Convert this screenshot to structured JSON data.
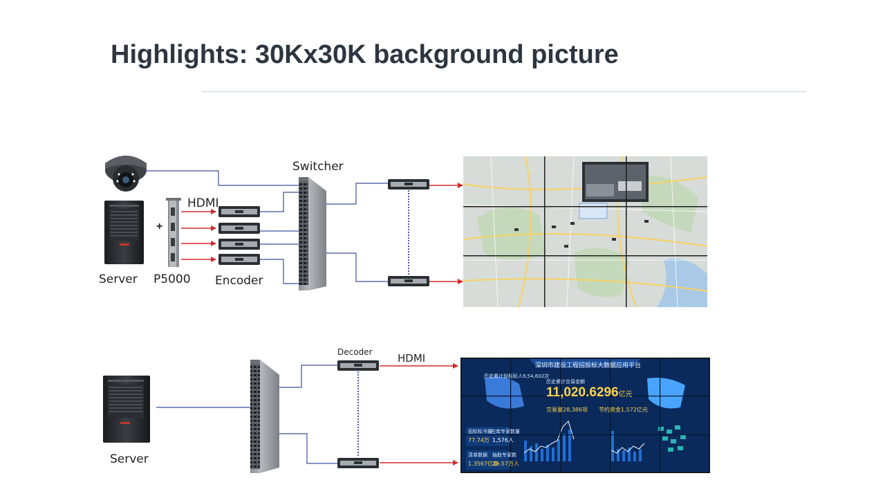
{
  "slide": {
    "title": "Highlights: 30Kx30K background picture"
  },
  "top_diagram": {
    "server_label": "Server",
    "plus_label": "+",
    "card_label": "P5000",
    "hdmi_label": "HDMI",
    "encoder_label": "Encoder",
    "switcher_label": "Switcher"
  },
  "bottom_diagram": {
    "server_label": "Server",
    "decoder_label": "Decoder",
    "hdmi_label": "HDMI"
  },
  "dashboard": {
    "title": "深圳市建设工程招投标大数据应用平台",
    "total_label": "历史累计交易金额",
    "total_value": "11,020.6296",
    "total_unit": "亿元",
    "deals_text": "交易量28,386项",
    "savings_text": "节约资金1,572亿元",
    "bidders_text": "历史累计投标标人9,54,602次",
    "stat1_label": "招标标书量",
    "stat1_value": "77.74万",
    "stat2_label": "在库专家数量",
    "stat2_value": "1,576人",
    "stat3_label": "清单数据",
    "stat3_value": "1.3567亿条",
    "stat4_label": "抽取专家数",
    "stat4_value": "29.57万人"
  },
  "colors": {
    "title": "#2d3640",
    "connector_blue": "#3a4f9a",
    "arrow_red": "#d42a2a",
    "device_dark": "#2b2f33",
    "dashboard_bg": "#0a2a5c",
    "highlight_yellow": "#ffd24a"
  }
}
